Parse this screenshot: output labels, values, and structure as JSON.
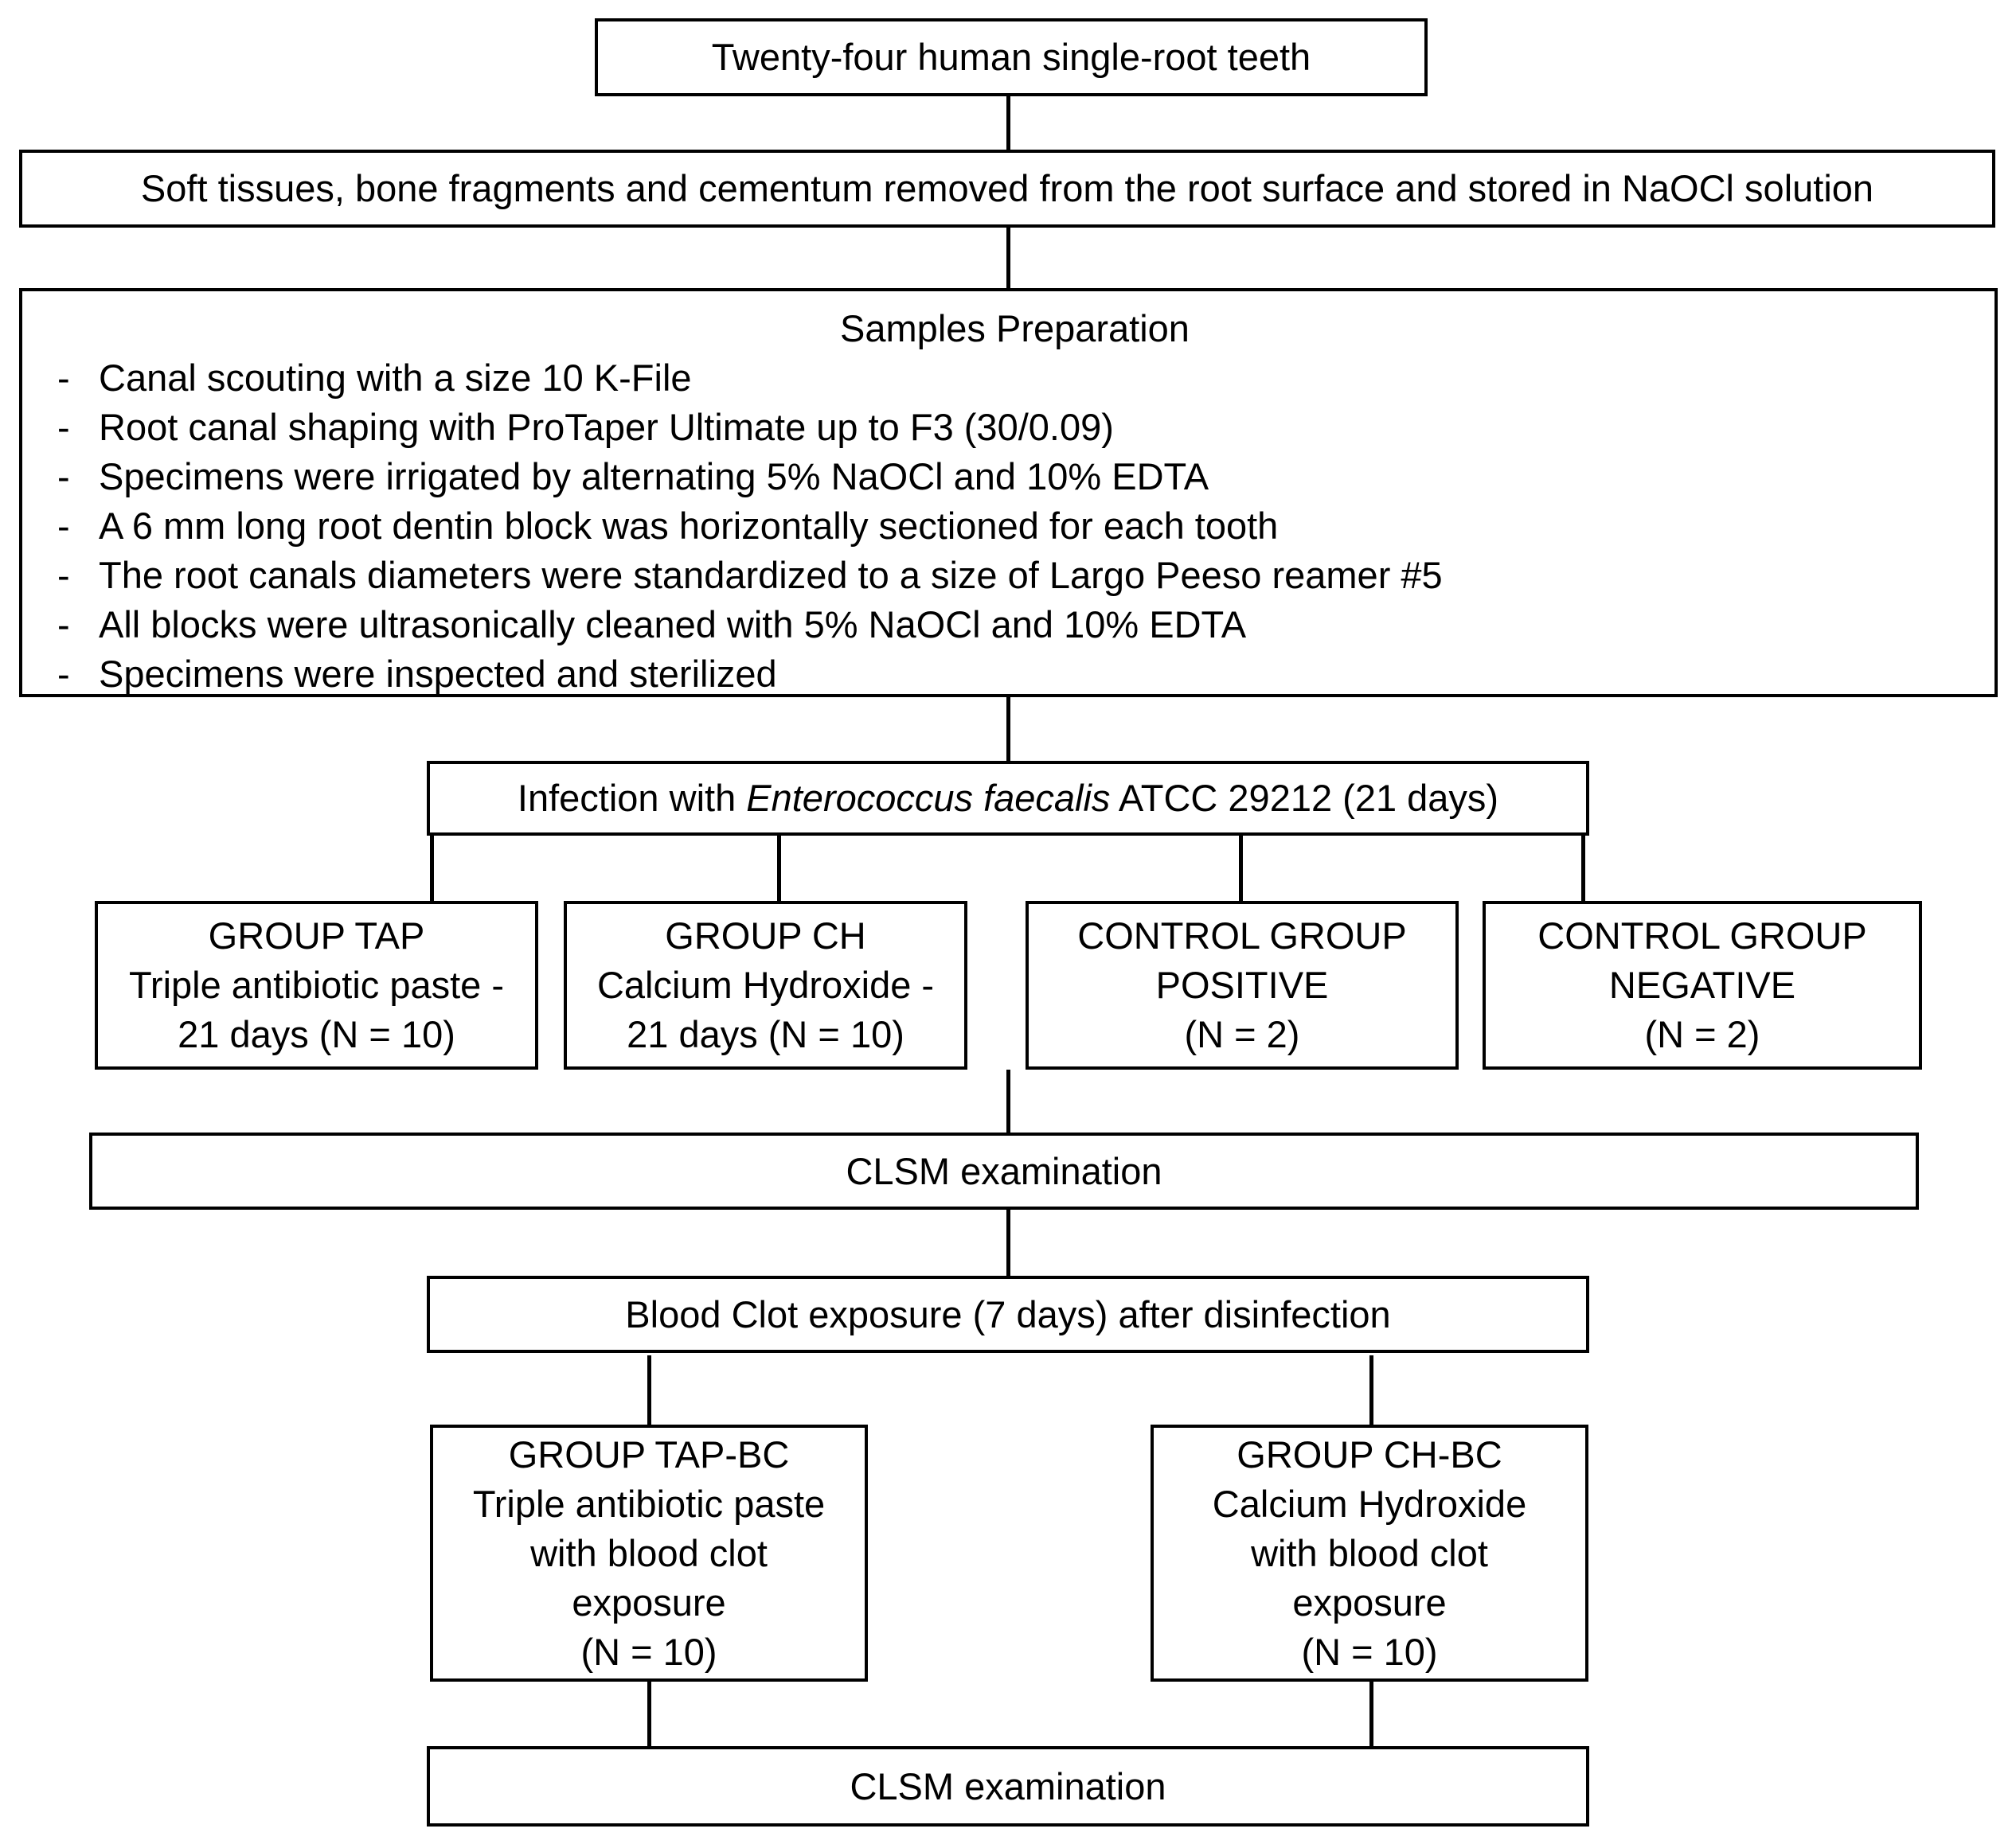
{
  "diagram": {
    "top_box": "Twenty-four human single-root teeth",
    "cleaning_box": "Soft tissues, bone fragments and cementum removed from the root surface and stored in NaOCl solution",
    "prep": {
      "title": "Samples Preparation",
      "marker": "-",
      "bullets": [
        "Canal scouting with a size 10 K-File",
        "Root canal shaping with ProTaper Ultimate up to F3 (30/0.09)",
        "Specimens were irrigated by alternating 5% NaOCl and 10% EDTA",
        "A 6 mm long root dentin block was horizontally sectioned for each tooth",
        "The root canals diameters were standardized to a size of Largo Peeso reamer #5",
        "All blocks were ultrasonically cleaned with 5% NaOCl and 10% EDTA",
        "Specimens were inspected and sterilized"
      ]
    },
    "infection": {
      "prefix": "Infection with ",
      "species": "Enterococcus faecalis",
      "suffix": " ATCC 29212 (21 days)"
    },
    "groups": [
      {
        "lines": [
          "GROUP TAP",
          "Triple antibiotic paste -",
          "21 days (N = 10)"
        ]
      },
      {
        "lines": [
          "GROUP CH",
          "Calcium Hydroxide -",
          "21 days (N = 10)"
        ]
      },
      {
        "lines": [
          "CONTROL GROUP",
          "POSITIVE",
          "(N = 2)"
        ]
      },
      {
        "lines": [
          "CONTROL GROUP",
          "NEGATIVE",
          "(N = 2)"
        ]
      }
    ],
    "clsm_first": "CLSM examination",
    "blood_clot_box": "Blood Clot exposure (7 days) after disinfection",
    "bc_groups": [
      {
        "lines": [
          "GROUP TAP-BC",
          "Triple antibiotic paste",
          "with blood clot",
          "exposure",
          "(N = 10)"
        ]
      },
      {
        "lines": [
          "GROUP CH-BC",
          "Calcium Hydroxide",
          "with blood clot",
          "exposure",
          "(N = 10)"
        ]
      }
    ],
    "clsm_second": "CLSM examination"
  },
  "colors": {
    "border": "#000000",
    "background": "#ffffff",
    "text": "#000000"
  }
}
